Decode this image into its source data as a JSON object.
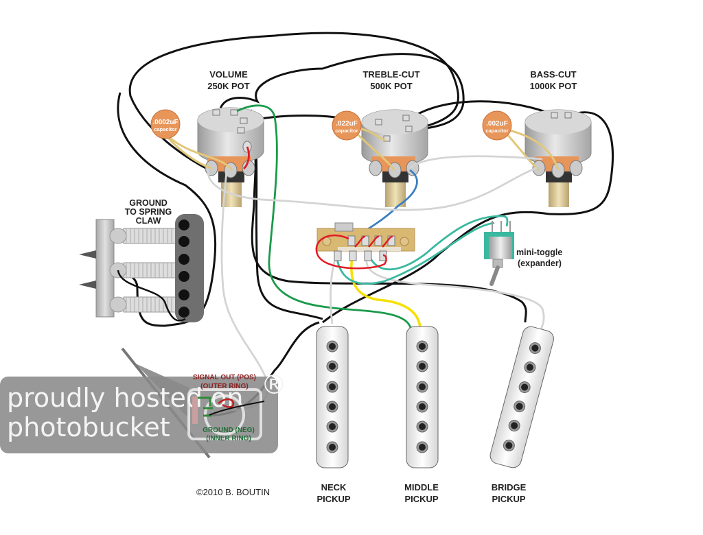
{
  "diagram": {
    "title": "Guitar wiring diagram with treble-cut, bass-cut and mini-toggle expander",
    "pots": [
      {
        "name": "VOLUME",
        "value": "250K POT",
        "capacitor": ".0002uF",
        "capacitor_sub": "capacitor"
      },
      {
        "name": "TREBLE-CUT",
        "value": "500K POT",
        "capacitor": ".022uF",
        "capacitor_sub": "capacitor"
      },
      {
        "name": "BASS-CUT",
        "value": "1000K POT",
        "capacitor": ".002uF",
        "capacitor_sub": "capacitor"
      }
    ],
    "spring_claw_label": [
      "GROUND",
      "TO SPRING",
      "CLAW"
    ],
    "toggle_label": [
      "mini-toggle",
      "(expander)"
    ],
    "jack": {
      "signal_label": [
        "SIGNAL OUT (POS)",
        "(OUTER RING)"
      ],
      "ground_label": [
        "GROUND (NEG)",
        "(INNER RING)"
      ]
    },
    "pickups": [
      {
        "line1": "NECK",
        "line2": "PICKUP"
      },
      {
        "line1": "MIDDLE",
        "line2": "PICKUP"
      },
      {
        "line1": "BRIDGE",
        "line2": "PICKUP"
      }
    ],
    "copyright": "©2010 B. BOUTIN",
    "watermark": {
      "line1": "proudly hosted on",
      "line2": "photobucket",
      "mark": "®"
    },
    "colors": {
      "capacitor": "#e8955a",
      "wire_black": "#111111",
      "wire_green": "#1a9a4a",
      "wire_red": "#e01b24",
      "wire_yellow": "#f5e000",
      "wire_blue": "#3a7fc0",
      "wire_teal": "#3ab8a0",
      "wire_white": "#d8d8d8",
      "watermark": "#8a8a8a"
    }
  }
}
